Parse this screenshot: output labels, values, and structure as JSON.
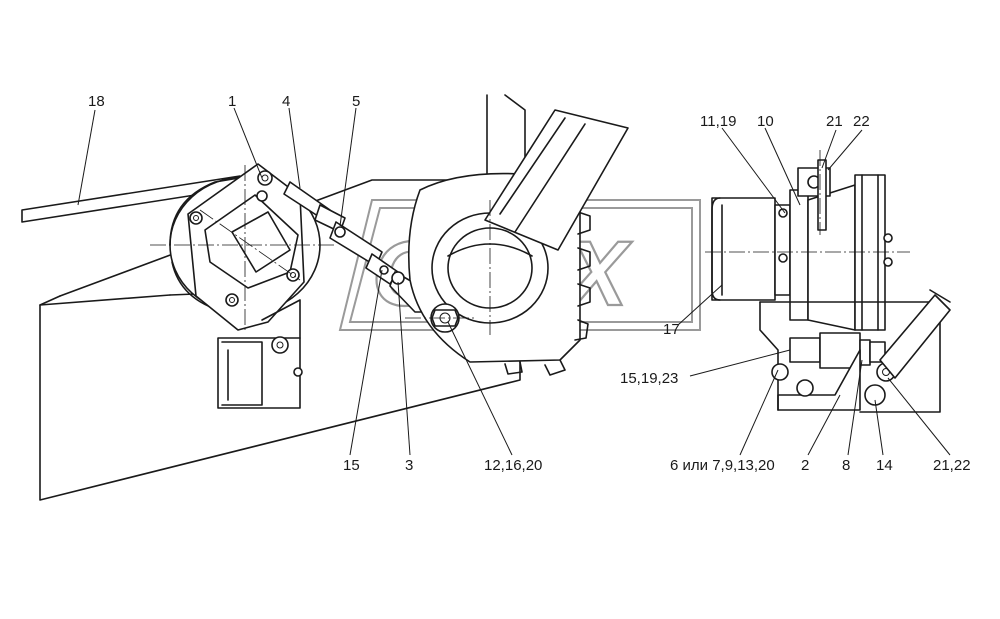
{
  "watermark": "OPEX",
  "callouts": [
    {
      "id": "c18",
      "text": "18"
    },
    {
      "id": "c1",
      "text": "1"
    },
    {
      "id": "c4",
      "text": "4"
    },
    {
      "id": "c5",
      "text": "5"
    },
    {
      "id": "c15",
      "text": "15"
    },
    {
      "id": "c3",
      "text": "3"
    },
    {
      "id": "c12",
      "text": "12,16,20"
    },
    {
      "id": "c1119",
      "text": "11,19"
    },
    {
      "id": "c10",
      "text": "10"
    },
    {
      "id": "c21",
      "text": "21"
    },
    {
      "id": "c22",
      "text": "22"
    },
    {
      "id": "c17",
      "text": "17"
    },
    {
      "id": "c151923",
      "text": "15,19,23"
    },
    {
      "id": "c6",
      "text": "6 или 7,9,13,20"
    },
    {
      "id": "c2",
      "text": "2"
    },
    {
      "id": "c8",
      "text": "8"
    },
    {
      "id": "c14",
      "text": "14"
    },
    {
      "id": "c2122",
      "text": "21,22"
    }
  ]
}
